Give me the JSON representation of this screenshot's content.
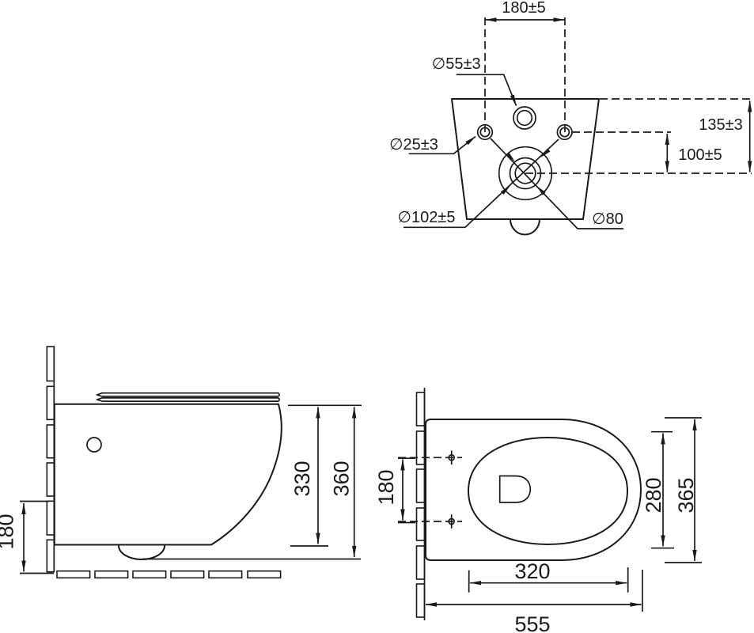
{
  "colors": {
    "background": "#ffffff",
    "line": "#1a1a1a"
  },
  "rear_view": {
    "hole_spacing": "180±5",
    "flush_hole_diameter": "∅55±3",
    "fixing_hole_diameter": "∅25±3",
    "outlet_outer_diameter": "∅102±5",
    "outlet_inner_diameter": "∅80",
    "top_to_outlet": "135±3",
    "fixing_to_outlet": "100±5"
  },
  "side_view": {
    "rim_height": "330",
    "overall_height": "360",
    "outlet_height": "180"
  },
  "plan_view": {
    "fixing_hole_spacing": "180",
    "bowl_inner_width": "280",
    "overall_width": "365",
    "bowl_inner_length": "320",
    "overall_length": "555"
  }
}
